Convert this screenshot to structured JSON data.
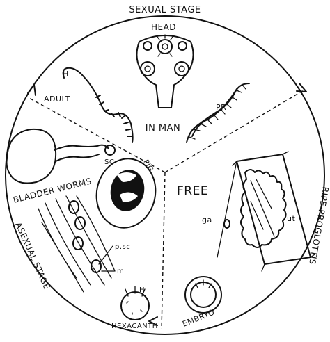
{
  "labels": {
    "sexual_stage": "SEXUAL STAGE",
    "head": "HEAD",
    "h_top": "H",
    "adult": "ADULT",
    "in_man": "IN MAN",
    "pr": "PR",
    "sc": "SC",
    "pig": "PIG",
    "free": "FREE",
    "bladder_worms": "BLADDER WORMS",
    "asexual_stage": "ASEXUAL STAGE",
    "ga": "ga",
    "ut": "ut",
    "ripe_proglottis": "RIPE PROGLOTTIS",
    "psc": "p.sc",
    "m": "m",
    "h_bottom": "H",
    "hexacanth": "HEXACANTH",
    "embryo": "EMBRYO"
  }
}
